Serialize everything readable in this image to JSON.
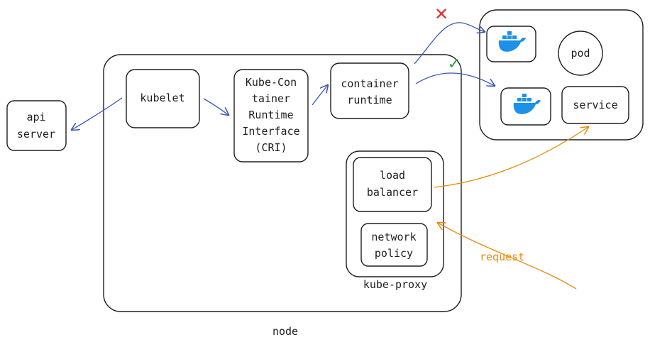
{
  "labels": {
    "api_server": [
      "api",
      "server"
    ],
    "kubelet": "kubelet",
    "cri": [
      "Kube-Con",
      "tainer",
      "Runtime",
      "Interface",
      "(CRI)"
    ],
    "container_runtime": [
      "container",
      "runtime"
    ],
    "pod": "pod",
    "service": "service",
    "load_balancer": [
      "load",
      "balancer"
    ],
    "network_policy": [
      "network",
      "policy"
    ],
    "kube_proxy": "kube-proxy",
    "node": "node",
    "request": "request"
  },
  "markers": {
    "fail": "✕",
    "ok": "✓"
  },
  "colors": {
    "stroke": "#1e1e1e",
    "blue_arrow": "#3a56b8",
    "orange_arrow": "#e8890c",
    "docker_blue": "#1d91e8",
    "cross_red": "#e03131",
    "check_green": "#2f9e44"
  },
  "icons": [
    "docker-icon",
    "docker-icon"
  ]
}
